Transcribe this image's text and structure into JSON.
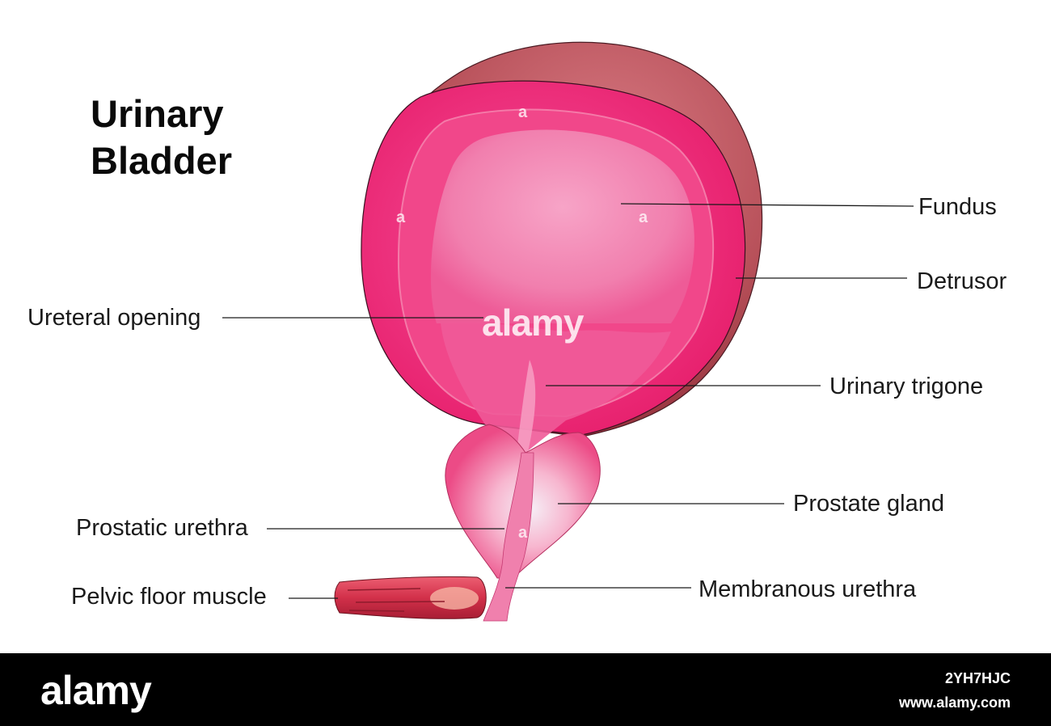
{
  "title": [
    "Urinary",
    "Bladder"
  ],
  "labels": {
    "fundus": "Fundus",
    "detrusor": "Detrusor",
    "ureteral_opening": "Ureteral opening",
    "urinary_trigone": "Urinary trigone",
    "prostate_gland": "Prostate gland",
    "prostatic_urethra": "Prostatic urethra",
    "pelvic_floor_muscle": "Pelvic floor muscle",
    "membranous_urethra": "Membranous urethra"
  },
  "watermark": {
    "center": "alamy",
    "small": "a"
  },
  "footer": {
    "brand": "alamy",
    "stock_id": "2YH7HJC",
    "site": "www.alamy.com"
  },
  "colors": {
    "outer_wall": "#b5474f",
    "wall": "#ee2f78",
    "lumen": "#f594bd",
    "prostate": "#f06a9a",
    "muscle": "#d8344c"
  }
}
